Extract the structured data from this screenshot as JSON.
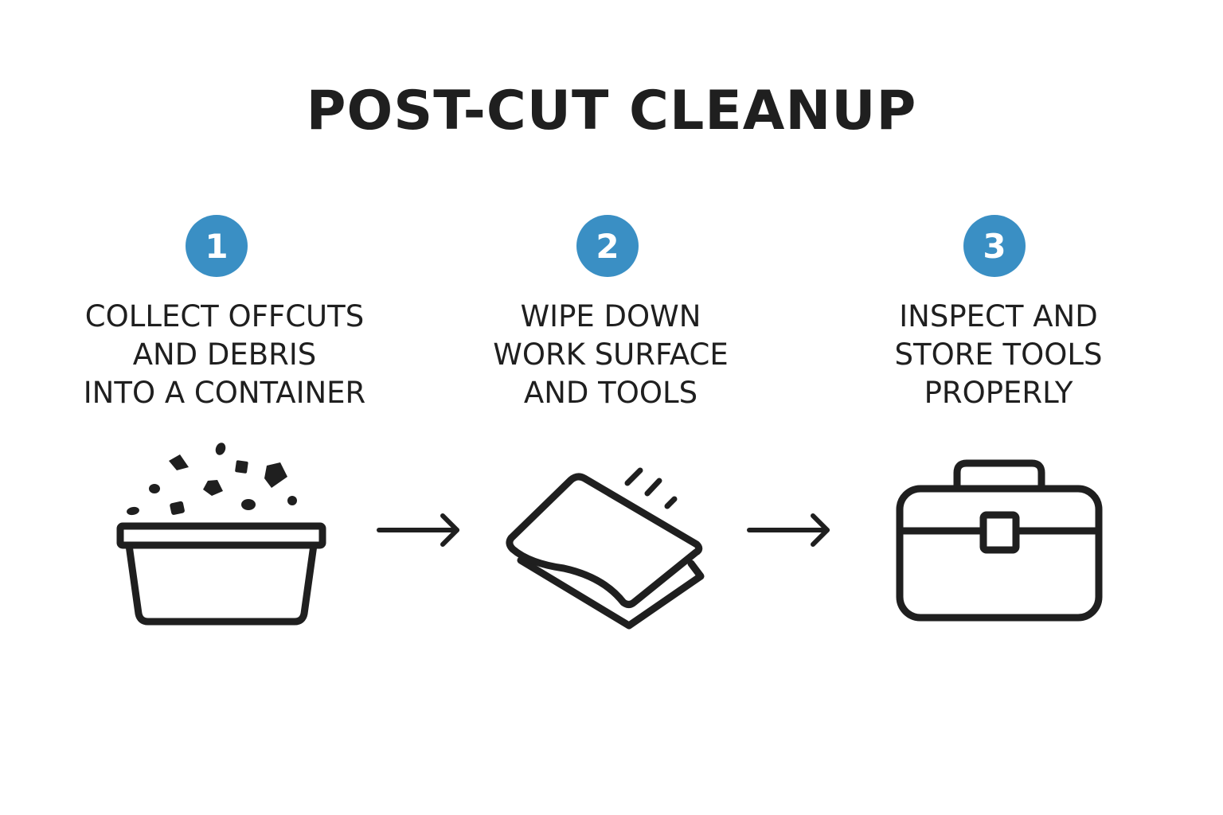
{
  "title": "POST-CUT CLEANUP",
  "colors": {
    "badge": "#3a8fc4",
    "ink": "#1f1f1f",
    "background": "#ffffff"
  },
  "steps": [
    {
      "number": "1",
      "lines": [
        "COLLECT OFFCUTS",
        "AND DEBRIS",
        "INTO A CONTAINER"
      ],
      "icon": "debris-container-icon"
    },
    {
      "number": "2",
      "lines": [
        "WIPE DOWN",
        "WORK SURFACE",
        "AND TOOLS"
      ],
      "icon": "cleaning-cloth-icon"
    },
    {
      "number": "3",
      "lines": [
        "INSPECT AND",
        "STORE TOOLS",
        "PROPERLY"
      ],
      "icon": "toolbox-icon"
    }
  ],
  "connectors": [
    "arrow-right-icon",
    "arrow-right-icon"
  ]
}
